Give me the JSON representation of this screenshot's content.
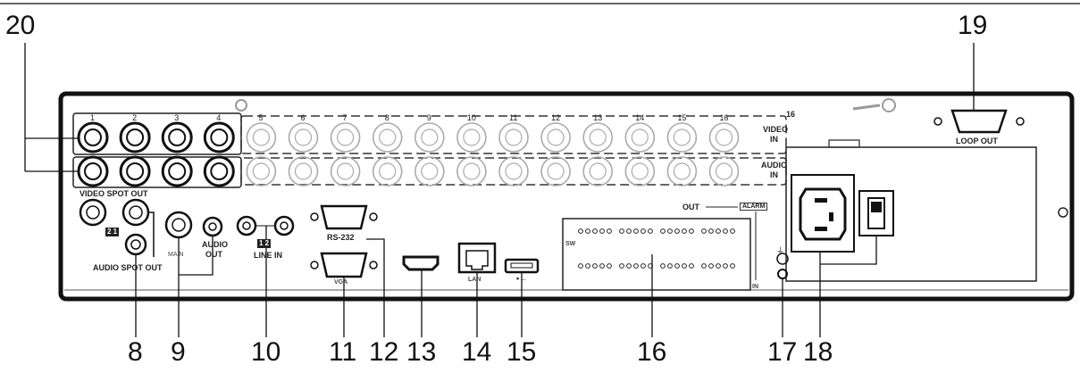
{
  "callouts": {
    "c20": "20",
    "c19": "19",
    "c8": "8",
    "c9": "9",
    "c10": "10",
    "c11": "11",
    "c12": "12",
    "c13": "13",
    "c14": "14",
    "c15": "15",
    "c16": "16",
    "c17": "17",
    "c18": "18"
  },
  "panel_labels": {
    "bnc_numbers": [
      "1",
      "2",
      "3",
      "4",
      "5",
      "6",
      "7",
      "8",
      "9",
      "10",
      "11",
      "12",
      "13",
      "14",
      "15",
      "16"
    ],
    "corner_16": "16",
    "video_in_1": "VIDEO",
    "video_in_2": "IN",
    "audio_in_1": "AUDIO",
    "audio_in_2": "IN",
    "video_spot_out": "VIDEO SPOT OUT",
    "audio_spot_out": "AUDIO SPOT OUT",
    "tag_2_1": "2 1",
    "main": "MAIN",
    "audio_out_1": "AUDIO",
    "audio_out_2": "OUT",
    "tag_1_2": "1 2",
    "line_in": "LINE IN",
    "rs232": "RS-232",
    "vga": "VGA",
    "lan": "LAN",
    "usb_symbol": "•←",
    "sw": "SW",
    "out": "OUT",
    "alarm": "ALARM",
    "in": "IN",
    "loop_out": "LOOP OUT",
    "ground_symbol": "⏚",
    "switch_mark": "O"
  }
}
